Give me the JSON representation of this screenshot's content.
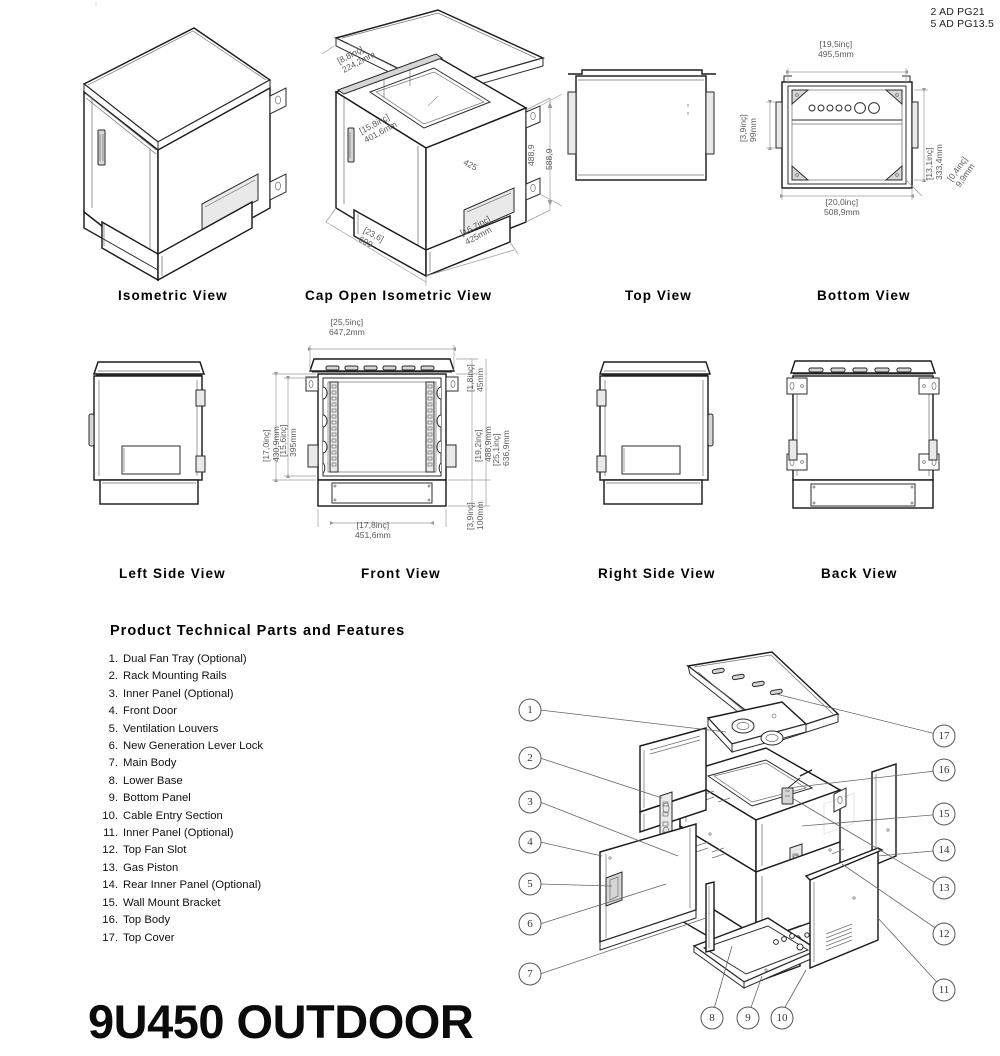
{
  "document": {
    "product_title": "9U450 OUTDOOR",
    "corner_notes": [
      "2 AD PG21",
      "5 AD PG13.5"
    ]
  },
  "views": {
    "row1": [
      {
        "id": "isometric",
        "label": "Isometric View"
      },
      {
        "id": "cap-open-isometric",
        "label": "Cap Open Isometric View"
      },
      {
        "id": "top",
        "label": "Top View"
      },
      {
        "id": "bottom",
        "label": "Bottom View"
      }
    ],
    "row2": [
      {
        "id": "left-side",
        "label": "Left Side View"
      },
      {
        "id": "front",
        "label": "Front View"
      },
      {
        "id": "right-side",
        "label": "Right Side View"
      },
      {
        "id": "back",
        "label": "Back View"
      }
    ]
  },
  "dimensions": {
    "cap_open_isometric": {
      "depth_top_inch": "[8,8inç]",
      "depth_top_mm": "224,2mm",
      "door_width_inch": "[15,8inç]",
      "door_width_mm": "401,6mm",
      "body_height": "425",
      "height_inner": "488,9",
      "height_outer": "588,9",
      "width_inch": "[23,6]",
      "width_mm": "600",
      "depth_inch": "[16,7inç]",
      "depth_mm": "425mm"
    },
    "bottom_view": {
      "inner_width_inch": "[19,5inç]",
      "inner_width_mm": "495,5mm",
      "outer_width_inch": "[20,0inç]",
      "outer_width_mm": "508,9mm",
      "depth_inch": "[13,1inç]",
      "depth_mm": "333,4mm",
      "base_inch": "[3,9inç]",
      "base_mm": "99mm",
      "thk_inch": "[0,4inç]",
      "thk_mm": "9,9mm"
    },
    "front_view": {
      "total_width_inch": "[25,5inç]",
      "total_width_mm": "647,2mm",
      "body_height_inch": "[17,0inç]",
      "body_height_mm": "430,9mm",
      "rail_height_inch": "[15,6inç]",
      "rail_height_mm": "395mm",
      "cap_height_inch": "[1,8inç]",
      "cap_height_mm": "45mm",
      "mid_height_inch": "[19,2inç]",
      "mid_height_mm": "488,9mm",
      "total_height_inch": "[25,1inç]",
      "total_height_mm": "636,9mm",
      "base_height_inch": "[3,9inç]",
      "base_height_mm": "100mm",
      "body_width_inch": "[17,8inç]",
      "body_width_mm": "451,6mm"
    }
  },
  "parts": {
    "title": "Product Technical Parts and Features",
    "items": [
      {
        "num": "1.",
        "name": "Dual Fan Tray (Optional)"
      },
      {
        "num": "2.",
        "name": "Rack Mounting Rails"
      },
      {
        "num": "3.",
        "name": "Inner Panel (Optional)"
      },
      {
        "num": "4.",
        "name": "Front Door"
      },
      {
        "num": "5.",
        "name": "Ventilation Louvers"
      },
      {
        "num": "6.",
        "name": "New Generation Lever Lock"
      },
      {
        "num": "7.",
        "name": "Main Body"
      },
      {
        "num": "8.",
        "name": "Lower Base"
      },
      {
        "num": "9.",
        "name": "Bottom Panel"
      },
      {
        "num": "10.",
        "name": "Cable Entry Section"
      },
      {
        "num": "11.",
        "name": "Inner Panel (Optional)"
      },
      {
        "num": "12.",
        "name": "Top Fan Slot"
      },
      {
        "num": "13.",
        "name": "Gas Piston"
      },
      {
        "num": "14.",
        "name": "Rear Inner Panel (Optional)"
      },
      {
        "num": "15.",
        "name": "Wall Mount Bracket"
      },
      {
        "num": "16.",
        "name": "Top Body"
      },
      {
        "num": "17.",
        "name": "Top Cover"
      }
    ]
  },
  "exploded": {
    "callouts": [
      {
        "n": "1"
      },
      {
        "n": "2"
      },
      {
        "n": "3"
      },
      {
        "n": "4"
      },
      {
        "n": "5"
      },
      {
        "n": "6"
      },
      {
        "n": "7"
      },
      {
        "n": "8"
      },
      {
        "n": "9"
      },
      {
        "n": "10"
      },
      {
        "n": "11"
      },
      {
        "n": "12"
      },
      {
        "n": "13"
      },
      {
        "n": "14"
      },
      {
        "n": "15"
      },
      {
        "n": "16"
      },
      {
        "n": "17"
      }
    ]
  },
  "colors": {
    "line": "#2b2b2b",
    "dim_text": "#5a5a5a",
    "label_text": "#000000",
    "paper": "#ffffff"
  }
}
